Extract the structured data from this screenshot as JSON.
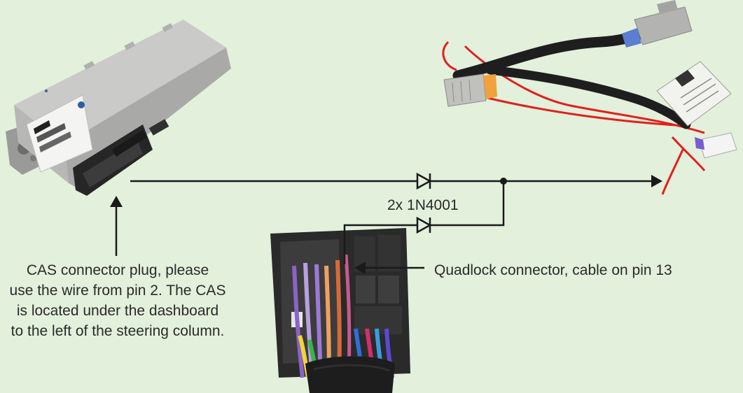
{
  "labels": {
    "diodes": "2x 1N4001",
    "quadlock": "Quadlock connector, cable on pin 13",
    "cas_lines": [
      "CAS connector plug, please",
      "use the wire from pin 2. The CAS",
      "is located under the dashboard",
      "to the left of the steering column."
    ]
  },
  "colors": {
    "background": "#e3f0dc",
    "line": "#1a1a1a",
    "module_housing": "#c9cac7",
    "connector_black": "#262626",
    "harness_red": "#e0201c",
    "harness_sleeve": "#1e1e1e",
    "connector_grey": "#b3b3b1"
  },
  "icons": [
    "cas-module-photo",
    "harness-photo",
    "quadlock-connector-photo"
  ]
}
